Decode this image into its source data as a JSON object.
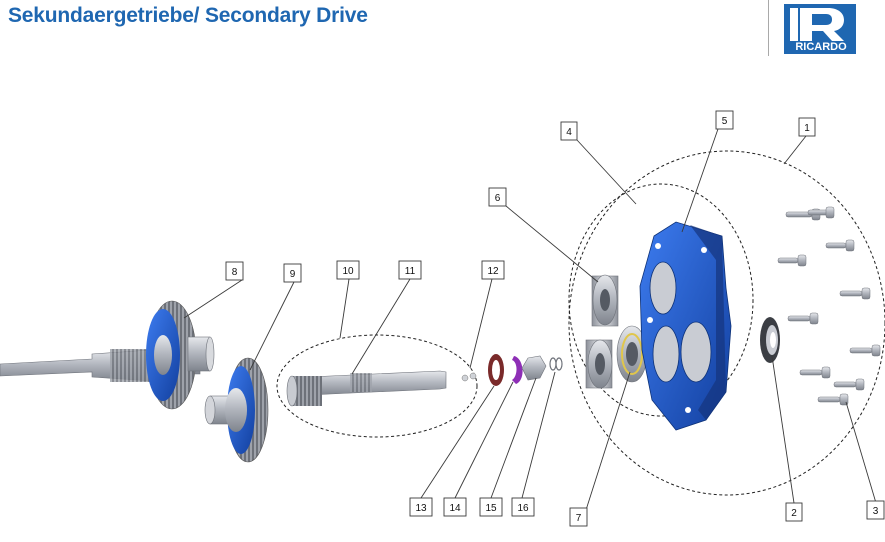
{
  "header": {
    "title": "Sekundaergetriebe/ Secondary Drive"
  },
  "logo": {
    "text": "RICARDO",
    "brand_color": "#1f67b1"
  },
  "diagram": {
    "part_color": "#1f5fd6",
    "steel_color": "#b9bcc4",
    "callouts": [
      {
        "id": "1",
        "label": "1"
      },
      {
        "id": "2",
        "label": "2"
      },
      {
        "id": "3",
        "label": "3"
      },
      {
        "id": "4",
        "label": "4"
      },
      {
        "id": "5",
        "label": "5"
      },
      {
        "id": "6",
        "label": "6"
      },
      {
        "id": "7",
        "label": "7"
      },
      {
        "id": "8",
        "label": "8"
      },
      {
        "id": "9",
        "label": "9"
      },
      {
        "id": "10",
        "label": "10"
      },
      {
        "id": "11",
        "label": "11"
      },
      {
        "id": "12",
        "label": "12"
      },
      {
        "id": "13",
        "label": "13"
      },
      {
        "id": "14",
        "label": "14"
      },
      {
        "id": "15",
        "label": "15"
      },
      {
        "id": "16",
        "label": "16"
      }
    ]
  }
}
